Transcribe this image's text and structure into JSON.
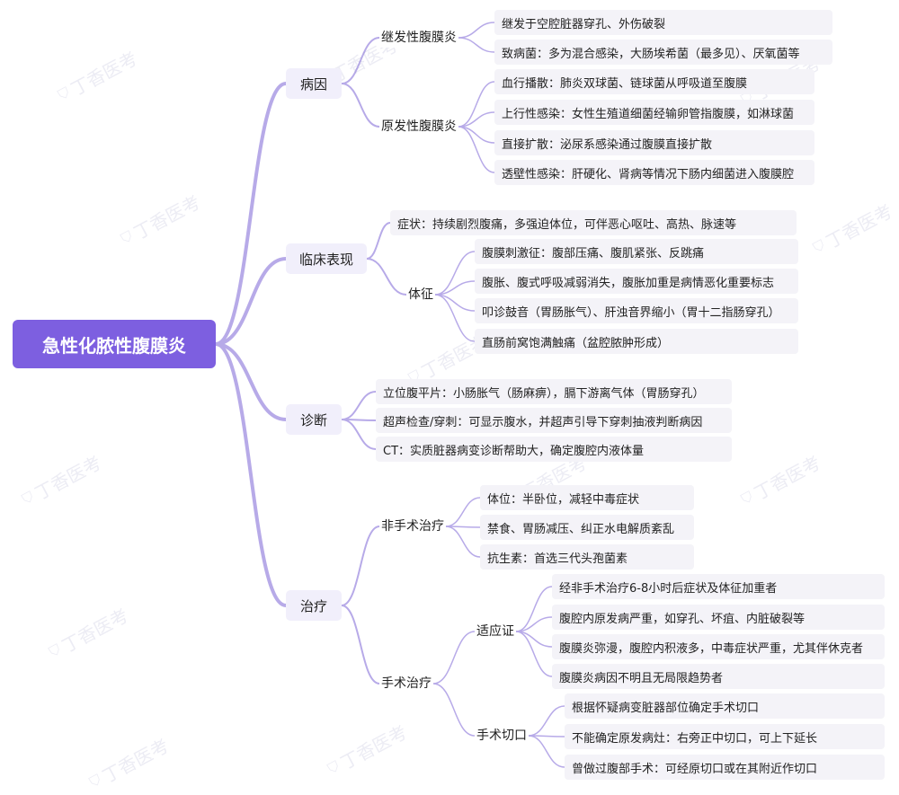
{
  "colors": {
    "accent": "#7d5fe0",
    "line": "#b7aae8",
    "node_bg": "#f1effb",
    "leaf_bg": "#f4f3f8"
  },
  "watermark": {
    "text": "丁香医考",
    "icon": "shield-icon"
  },
  "mindmap": {
    "root": "急性化脓性腹膜炎",
    "sections": [
      {
        "label": "病因",
        "groups": [
          {
            "label": "继发性腹膜炎",
            "items": [
              "继发于空腔脏器穿孔、外伤破裂",
              "致病菌：多为混合感染，大肠埃希菌（最多见）、厌氧菌等"
            ]
          },
          {
            "label": "原发性腹膜炎",
            "items": [
              "血行播散：肺炎双球菌、链球菌从呼吸道至腹膜",
              "上行性感染：女性生殖道细菌经输卵管指腹膜，如淋球菌",
              "直接扩散：泌尿系感染通过腹膜直接扩散",
              "透壁性感染：肝硬化、肾病等情况下肠内细菌进入腹膜腔"
            ]
          }
        ]
      },
      {
        "label": "临床表现",
        "direct": "症状：持续剧烈腹痛，多强迫体位，可伴恶心呕吐、高热、脉速等",
        "groups": [
          {
            "label": "体征",
            "items": [
              "腹膜刺激征：腹部压痛、腹肌紧张、反跳痛",
              "腹胀、腹式呼吸减弱消失，腹胀加重是病情恶化重要标志",
              "叩诊鼓音（胃肠胀气）、肝浊音界缩小（胃十二指肠穿孔）",
              "直肠前窝饱满触痛（盆腔脓肿形成）"
            ]
          }
        ]
      },
      {
        "label": "诊断",
        "items": [
          "立位腹平片：小肠胀气（肠麻痹），膈下游离气体（胃肠穿孔）",
          "超声检查/穿刺：可显示腹水，并超声引导下穿刺抽液判断病因",
          "CT：实质脏器病变诊断帮助大，确定腹腔内液体量"
        ]
      },
      {
        "label": "治疗",
        "groups": [
          {
            "label": "非手术治疗",
            "items": [
              "体位：半卧位，减轻中毒症状",
              "禁食、胃肠减压、纠正水电解质紊乱",
              "抗生素：首选三代头孢菌素"
            ]
          },
          {
            "label": "手术治疗",
            "subgroups": [
              {
                "label": "适应证",
                "items": [
                  "经非手术治疗6-8小时后症状及体征加重者",
                  "腹腔内原发病严重，如穿孔、坏疽、内脏破裂等",
                  "腹膜炎弥漫，腹腔内积液多，中毒症状严重，尤其伴休克者",
                  "腹膜炎病因不明且无局限趋势者"
                ]
              },
              {
                "label": "手术切口",
                "items": [
                  "根据怀疑病变脏器部位确定手术切口",
                  "不能确定原发病灶：右旁正中切口，可上下延长",
                  "曾做过腹部手术：可经原切口或在其附近作切口"
                ]
              }
            ]
          }
        ]
      }
    ]
  }
}
